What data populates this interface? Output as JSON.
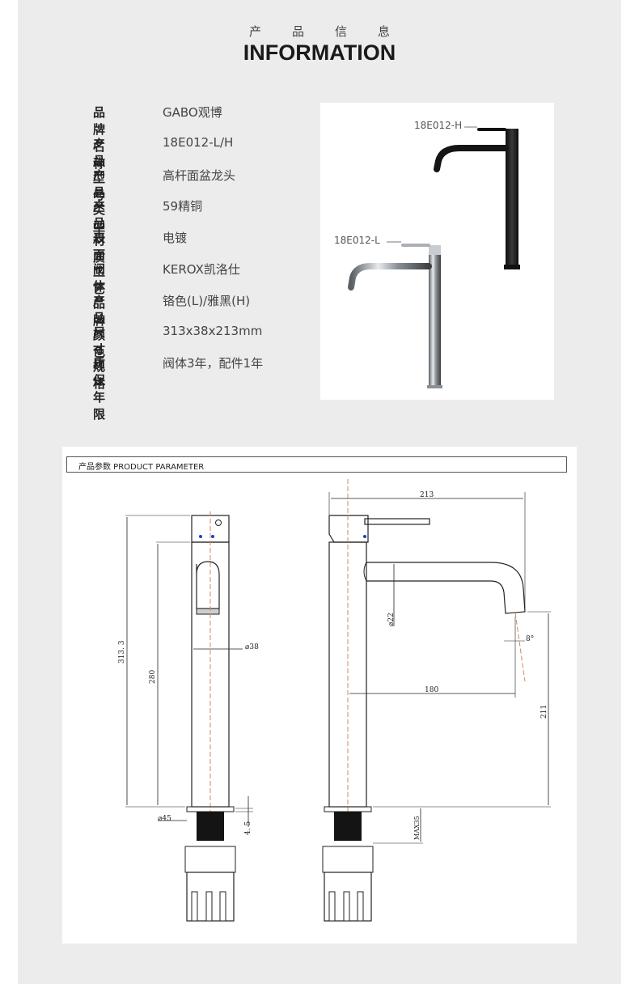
{
  "header": {
    "title_cn": "产品信息",
    "title_en": "INFORMATION"
  },
  "specs": [
    {
      "label": "品牌名称",
      "value": "GABO观博"
    },
    {
      "label": "产品型号",
      "value": "18E012-L/H"
    },
    {
      "label": "产品类型",
      "value": "高杆面盆龙头"
    },
    {
      "label": "产品材质",
      "value": "59精铜"
    },
    {
      "label": "表面工艺",
      "value": "电镀"
    },
    {
      "label": "阀体品牌",
      "value": "KEROX凯洛仕"
    },
    {
      "label": "产品颜色",
      "value": "铬色(L)/雅黑(H)"
    },
    {
      "label": "尺寸规格",
      "value": "313x38x213mm"
    },
    {
      "label": "质保年限",
      "value": "阀体3年，配件1年"
    }
  ],
  "photo": {
    "label_h": "18E012-H",
    "label_l": "18E012-L"
  },
  "drawing": {
    "title": "产品参数 PRODUCT PARAMETER",
    "dims": {
      "total_height": "313. 3",
      "body_height": "280",
      "body_diameter": "38",
      "base_diameter": "45",
      "base_thickness": "4. 5",
      "reach": "213",
      "spout_diameter": "22",
      "angle": "8°",
      "spout_reach": "180",
      "spout_height": "211",
      "max_thickness": "MAX35"
    }
  },
  "colors": {
    "background": "#ececec",
    "panel": "#ffffff",
    "black_finish": "#1a1a1a",
    "chrome_finish": "#9aa0a6",
    "center_line": "#d08a60",
    "marker_blue": "#1a3fd0"
  }
}
